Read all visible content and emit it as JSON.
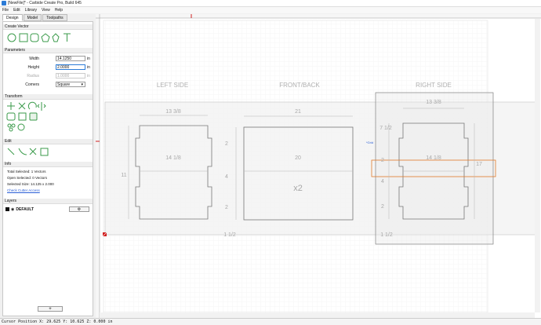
{
  "window": {
    "title": "[NewFile]* - Carbide Create Pro, Build 645"
  },
  "menu": {
    "items": [
      "File",
      "Edit",
      "Library",
      "View",
      "Help"
    ]
  },
  "tabs": [
    "Design",
    "Model",
    "Toolpaths"
  ],
  "create_vector": {
    "title": "Create Vector",
    "tools": [
      "circle-icon",
      "rectangle-icon",
      "rounded-rectangle-icon",
      "polygon-icon",
      "star-icon",
      "text-icon"
    ]
  },
  "parameters": {
    "title": "Parameters",
    "width_label": "Width",
    "width_value": "14.1250",
    "width_unit": "in",
    "height_label": "Height",
    "height_value": "2.0000",
    "height_unit": "in",
    "radius_label": "Radius",
    "radius_value": "1.0000",
    "radius_unit": "in",
    "corners_label": "Corners",
    "corners_value": "Square"
  },
  "transform": {
    "title": "Transform"
  },
  "edit": {
    "title": "Edit"
  },
  "info": {
    "title": "Info",
    "total_selected": "Total Selected: 1 Vectors",
    "open_selected": "Open Selected: 0 Vectors",
    "selected_size": "Selected Size: 14.125 x 2.000",
    "cutter_link": "Check Cutter Access"
  },
  "layers": {
    "title": "Layers",
    "layer_name": "DEFAULT",
    "layer_button": "⚙",
    "add_button": "+"
  },
  "canvas": {
    "labels": {
      "left": "LEFT SIDE",
      "front": "FRONT/BACK",
      "right": "RIGHT SIDE"
    },
    "dims": {
      "left_top": "13 3/8",
      "left_inner": "14 1/8",
      "left_height": "11",
      "front_top": "21",
      "front_inner": "20",
      "front_qty": "x2",
      "left_tab1": "2",
      "left_tab2": "4",
      "left_tab3": "2",
      "right_top": "13 3/8",
      "right_inner": "14 1/8",
      "right_height": "17",
      "right_dim1": "7 1/2",
      "right_dim2": "2",
      "right_dim3": "4",
      "right_dim4": "2",
      "bottom_left": "1 1/2",
      "bottom_right": "1 1/2",
      "grid_tag": "*Grid"
    }
  },
  "status": {
    "text": "Cursor Position X: 29.625 Y: 10.625 Z: 0.000 in"
  },
  "colors": {
    "accent": "#2b7bd6",
    "selection": "#e07a2a",
    "tool_green": "#3a9a4a",
    "origin_red": "#d02020"
  }
}
